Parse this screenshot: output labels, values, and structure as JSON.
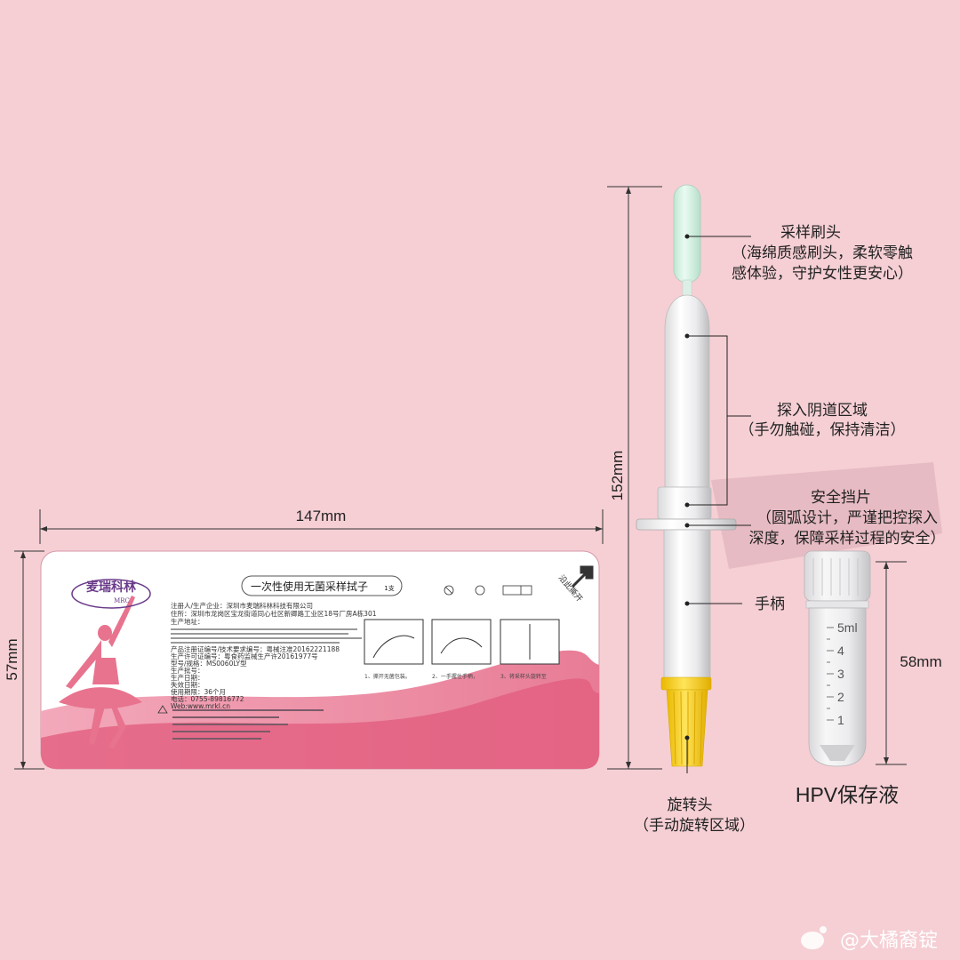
{
  "dimensions": {
    "label_width": "147mm",
    "label_height": "57mm",
    "swab_length": "152mm",
    "tube_height": "58mm"
  },
  "label": {
    "brand_cn": "麦瑞科林",
    "brand_en": "MRC",
    "product_name": "一次性使用无菌采样拭子",
    "quantity": "1支",
    "tear_text": "沿此撕开",
    "info_lines": [
      "注册人/生产企业：深圳市麦瑞科林科技有限公司",
      "住所：深圳市龙岗区宝龙街道同心社区新卿路工业区18号厂房A栋301",
      "生产地址："
    ],
    "reg_lines": [
      "产品注册证编号/技术要求编号：粤械注准20162221188",
      "生产许可证编号：粤食药监械生产许20161977号",
      "型号/规格：MS0060LY型",
      "生产批号：",
      "生产日期：",
      "失效日期：",
      "使用期限：36个月",
      "电话：0755-89816772",
      "Web:www.mrkl.cn"
    ],
    "step_labels": [
      "1、撕开无菌包装。",
      "2、一手握住手柄，",
      "3、将采样头旋转至"
    ]
  },
  "annotations": {
    "brush_title": "采样刷头",
    "brush_desc1": "（海绵质感刷头，柔软零触",
    "brush_desc2": "感体验，守护女性更安心）",
    "insert_title": "探入阴道区域",
    "insert_desc": "（手勿触碰，保持清洁）",
    "guard_title": "安全挡片",
    "guard_desc1": "（圆弧设计，严谨把控探入",
    "guard_desc2": "深度，保障采样过程的安全）",
    "handle_title": "手柄",
    "rotate_title": "旋转头",
    "rotate_desc": "（手动旋转区域）"
  },
  "tube": {
    "caption": "HPV保存液",
    "scale_top": "5ml",
    "scale_marks": [
      "4",
      "3",
      "2",
      "1"
    ]
  },
  "watermark": "@大橘裔锭",
  "colors": {
    "background": "#f5cfd4",
    "label_pink": "#e8738e",
    "swab_tip": "#d4f0e2",
    "rotate_head": "#f5d41c"
  }
}
